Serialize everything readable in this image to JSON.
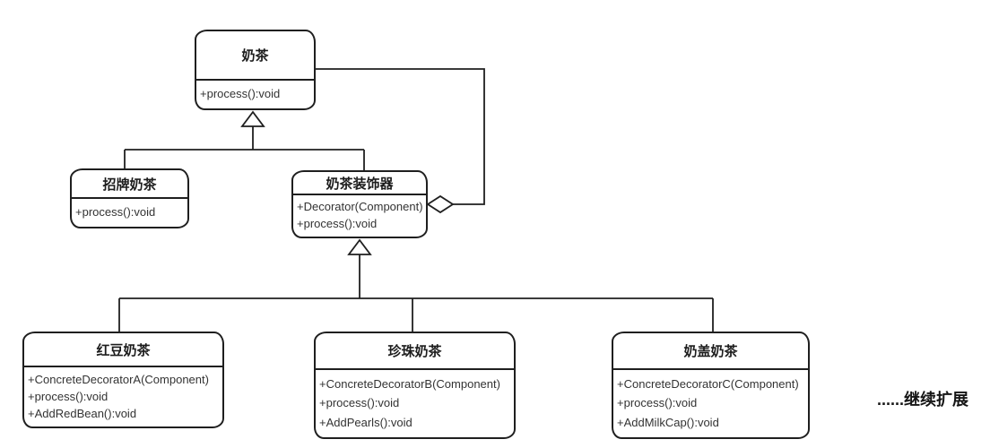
{
  "diagram": {
    "title_hint": "UML decorator pattern class diagram",
    "classes": [
      {
        "id": "milk-tea",
        "title": "奶茶",
        "members": [
          "+process():void"
        ]
      },
      {
        "id": "signature-milk-tea",
        "title": "招牌奶茶",
        "members": [
          "+process():void"
        ]
      },
      {
        "id": "milk-tea-decorator",
        "title": "奶茶装饰器",
        "members": [
          "+Decorator(Component)",
          "+process():void"
        ]
      },
      {
        "id": "red-bean-milk-tea",
        "title": "红豆奶茶",
        "members": [
          "+ConcreteDecoratorA(Component)",
          "+process():void",
          "+AddRedBean():void"
        ]
      },
      {
        "id": "pearl-milk-tea",
        "title": "珍珠奶茶",
        "members": [
          "+ConcreteDecoratorB(Component)",
          "+process():void",
          "+AddPearls():void"
        ]
      },
      {
        "id": "milk-cap-milk-tea",
        "title": "奶盖奶茶",
        "members": [
          "+ConcreteDecoratorC(Component)",
          "+process():void",
          "+AddMilkCap():void"
        ]
      }
    ],
    "relationships": [
      {
        "type": "generalization",
        "from": "招牌奶茶",
        "to": "奶茶"
      },
      {
        "type": "generalization",
        "from": "奶茶装饰器",
        "to": "奶茶"
      },
      {
        "type": "aggregation",
        "from": "奶茶装饰器",
        "to": "奶茶"
      },
      {
        "type": "generalization",
        "from": "红豆奶茶",
        "to": "奶茶装饰器"
      },
      {
        "type": "generalization",
        "from": "珍珠奶茶",
        "to": "奶茶装饰器"
      },
      {
        "type": "generalization",
        "from": "奶盖奶茶",
        "to": "奶茶装饰器"
      }
    ],
    "annotation": "......继续扩展",
    "colors": {
      "stroke": "#1f1f1f",
      "fill": "#ffffff",
      "text": "#333333"
    }
  }
}
